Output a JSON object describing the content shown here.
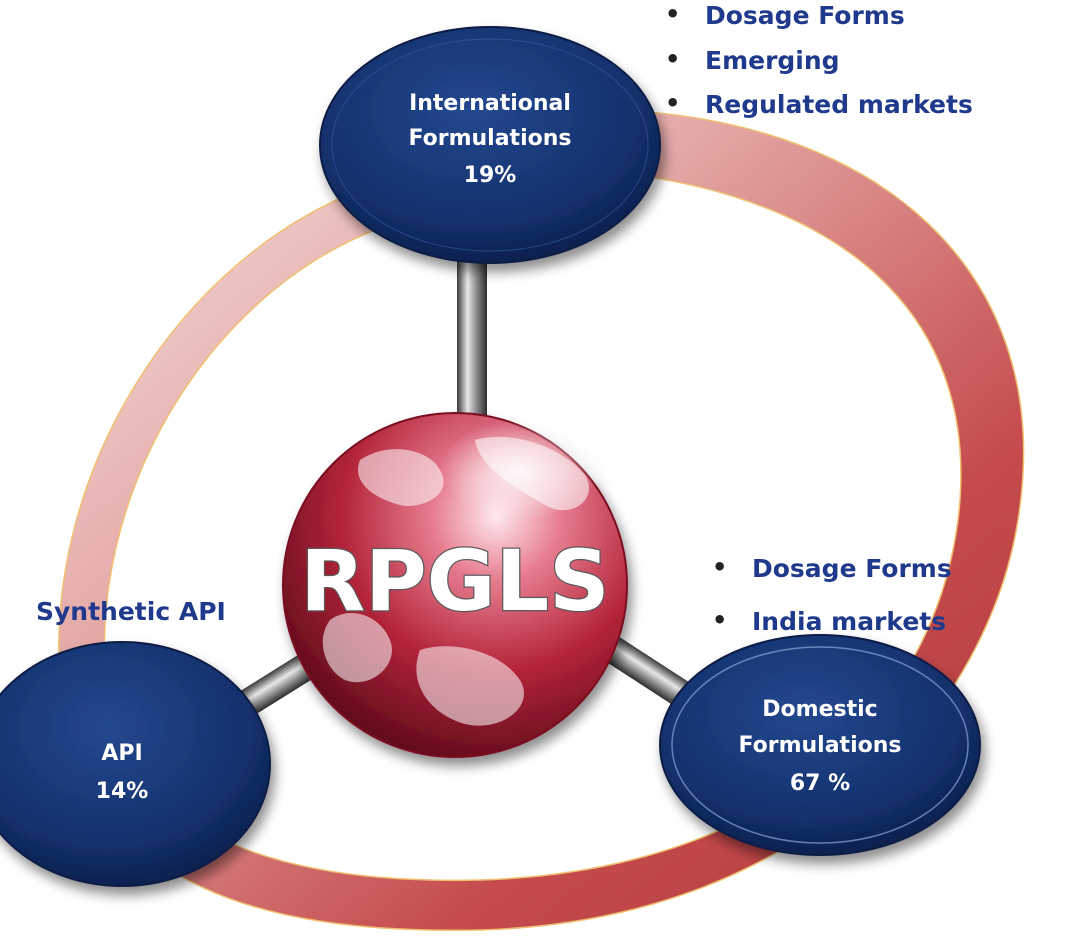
{
  "center": {
    "label": "RPGLS"
  },
  "nodes": {
    "international": {
      "line1": "International",
      "line2": "Formulations",
      "percent": "19%"
    },
    "api": {
      "line1": "API",
      "percent": "14%"
    },
    "domestic": {
      "line1": "Domestic",
      "line2": "Formulations",
      "percent": "67 %"
    }
  },
  "international_bullets": [
    "Dosage Forms",
    "Emerging",
    "Regulated markets"
  ],
  "domestic_bullets": [
    "Dosage Forms",
    "India markets"
  ],
  "api_caption": "Synthetic API",
  "bullet_symbol": "•",
  "colors": {
    "node_fill": "#13306b",
    "bullet_text": "#1f3a8c",
    "ring_red": "#c2484a",
    "ring_outline": "#f0c070",
    "globe_red": "#b3243a"
  }
}
